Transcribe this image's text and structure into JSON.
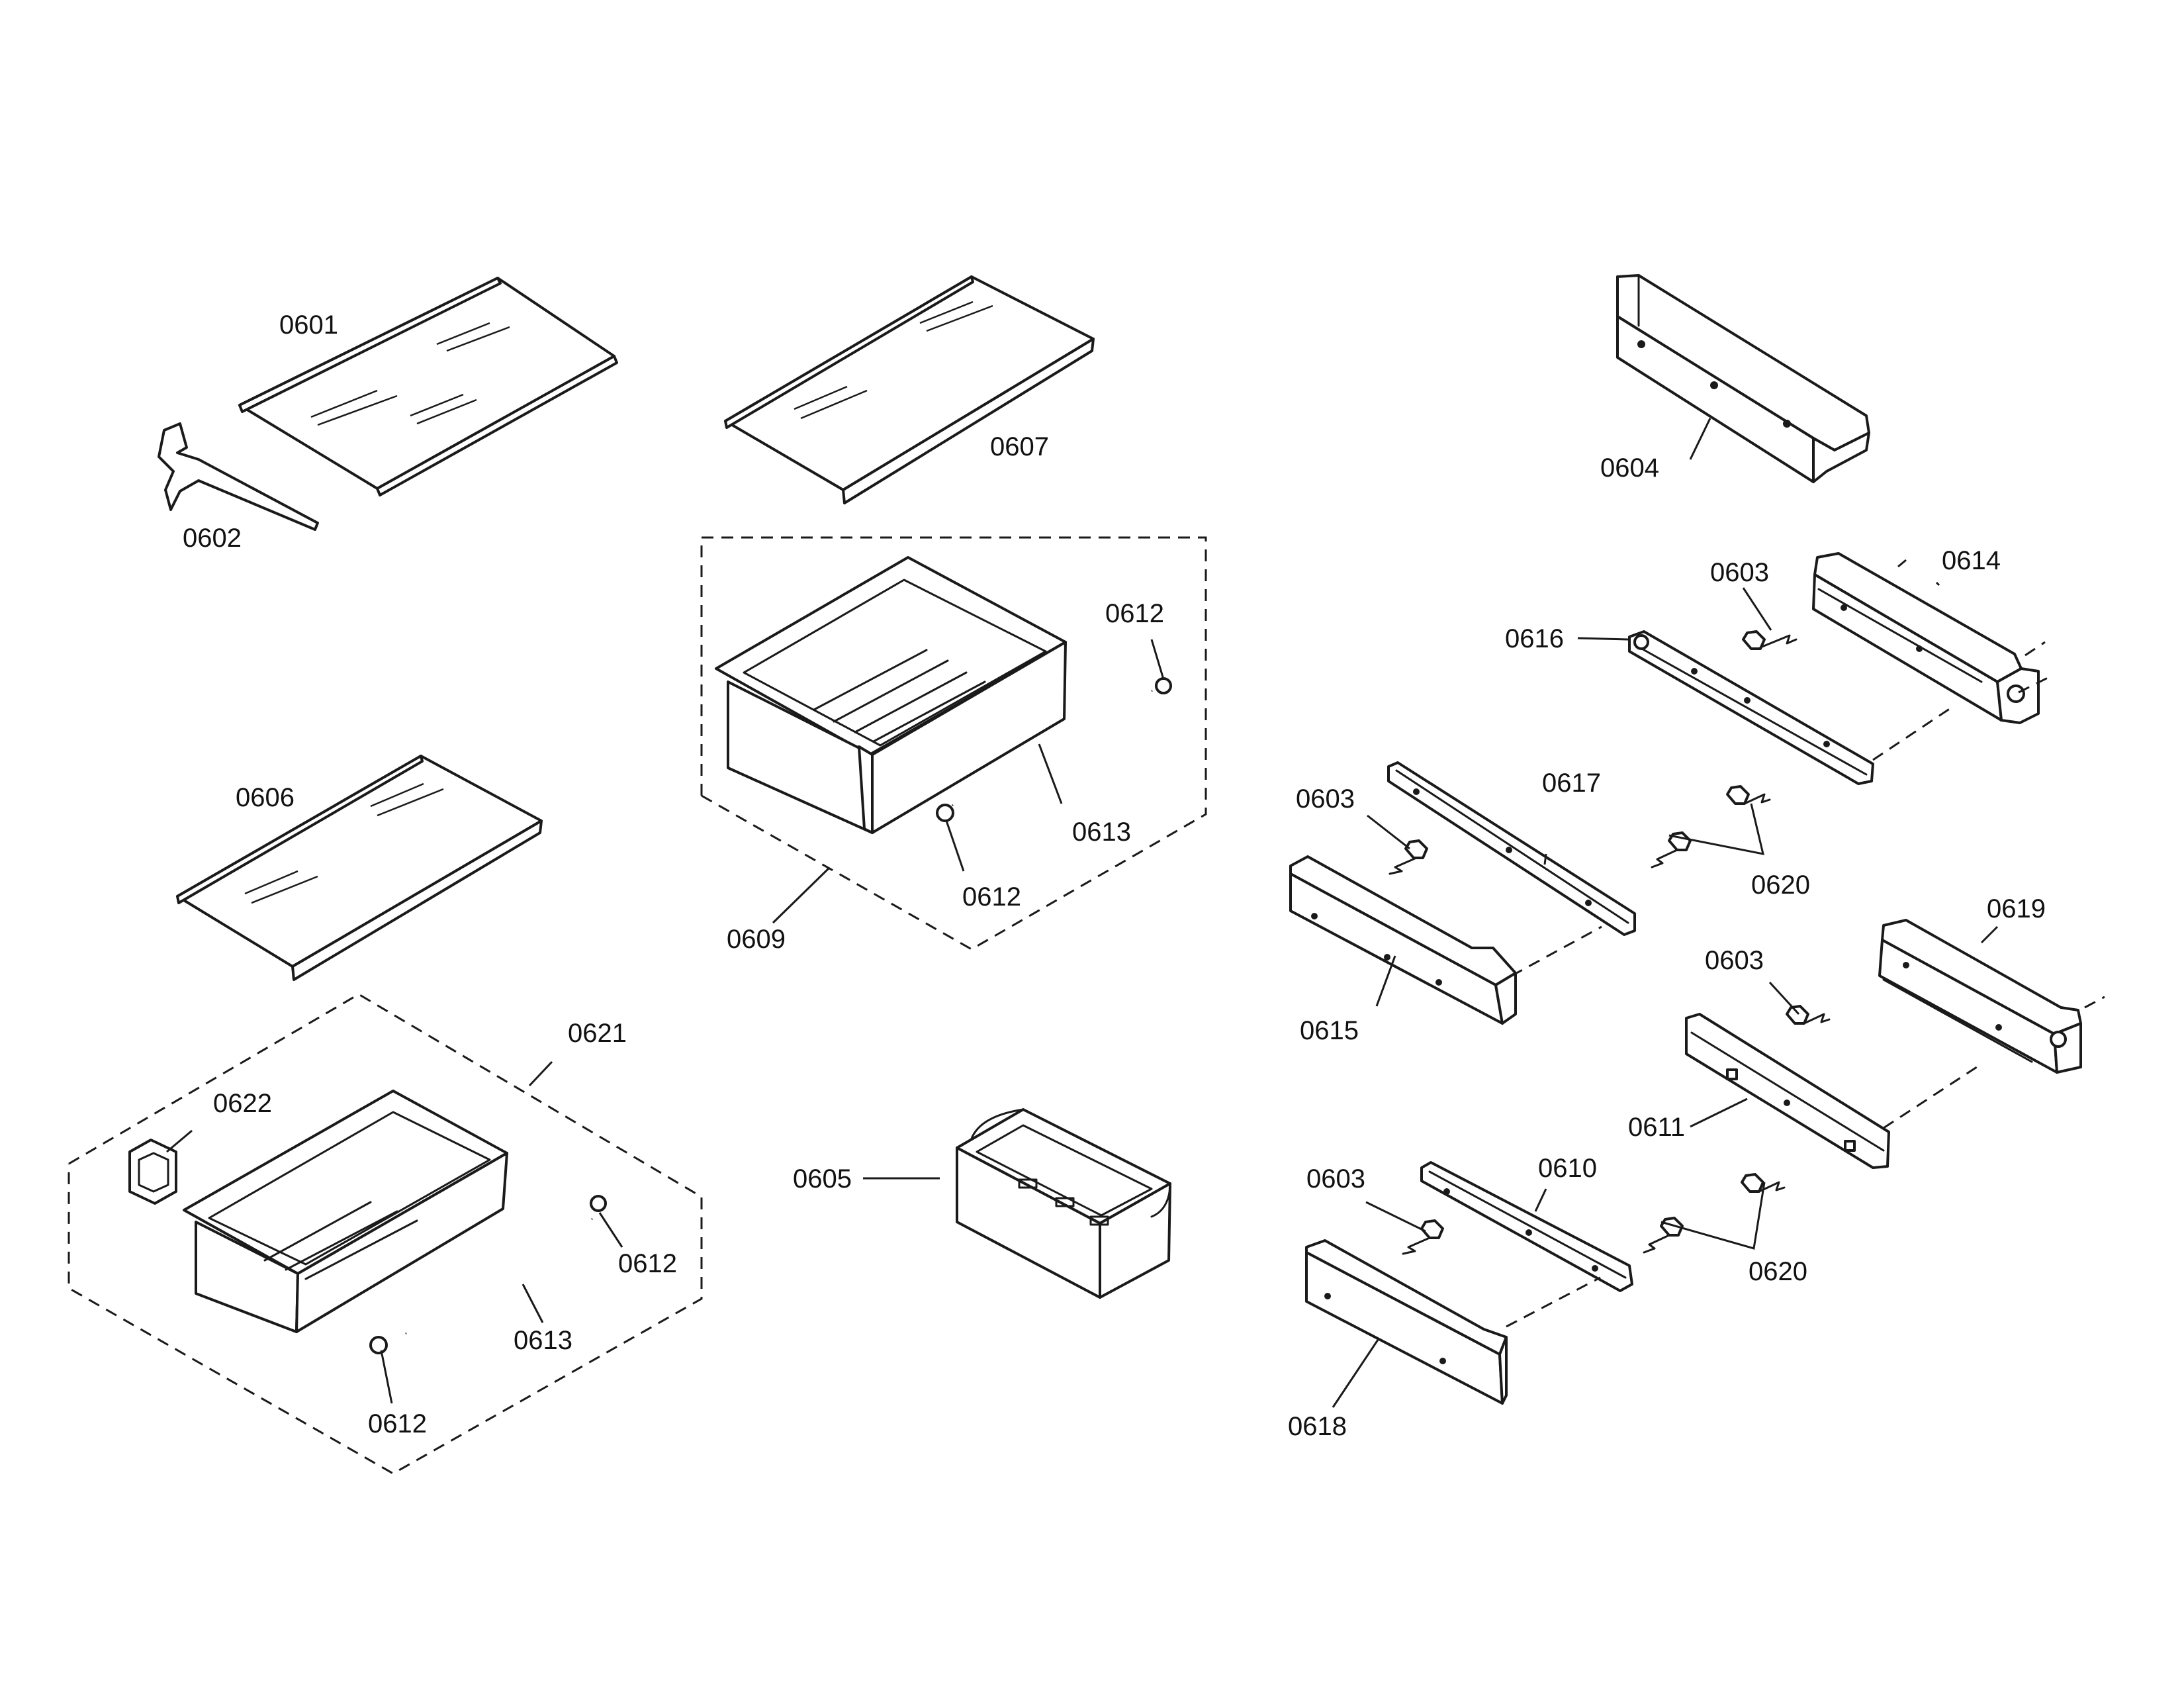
{
  "callouts": {
    "c0601": "0601",
    "c0602": "0602",
    "c0603": "0603",
    "c0604": "0604",
    "c0605": "0605",
    "c0606": "0606",
    "c0607": "0607",
    "c0609": "0609",
    "c0610": "0610",
    "c0611": "0611",
    "c0612": "0612",
    "c0613": "0613",
    "c0614": "0614",
    "c0615": "0615",
    "c0616": "0616",
    "c0617": "0617",
    "c0618": "0618",
    "c0619": "0619",
    "c0620": "0620",
    "c0621": "0621",
    "c0622": "0622"
  }
}
